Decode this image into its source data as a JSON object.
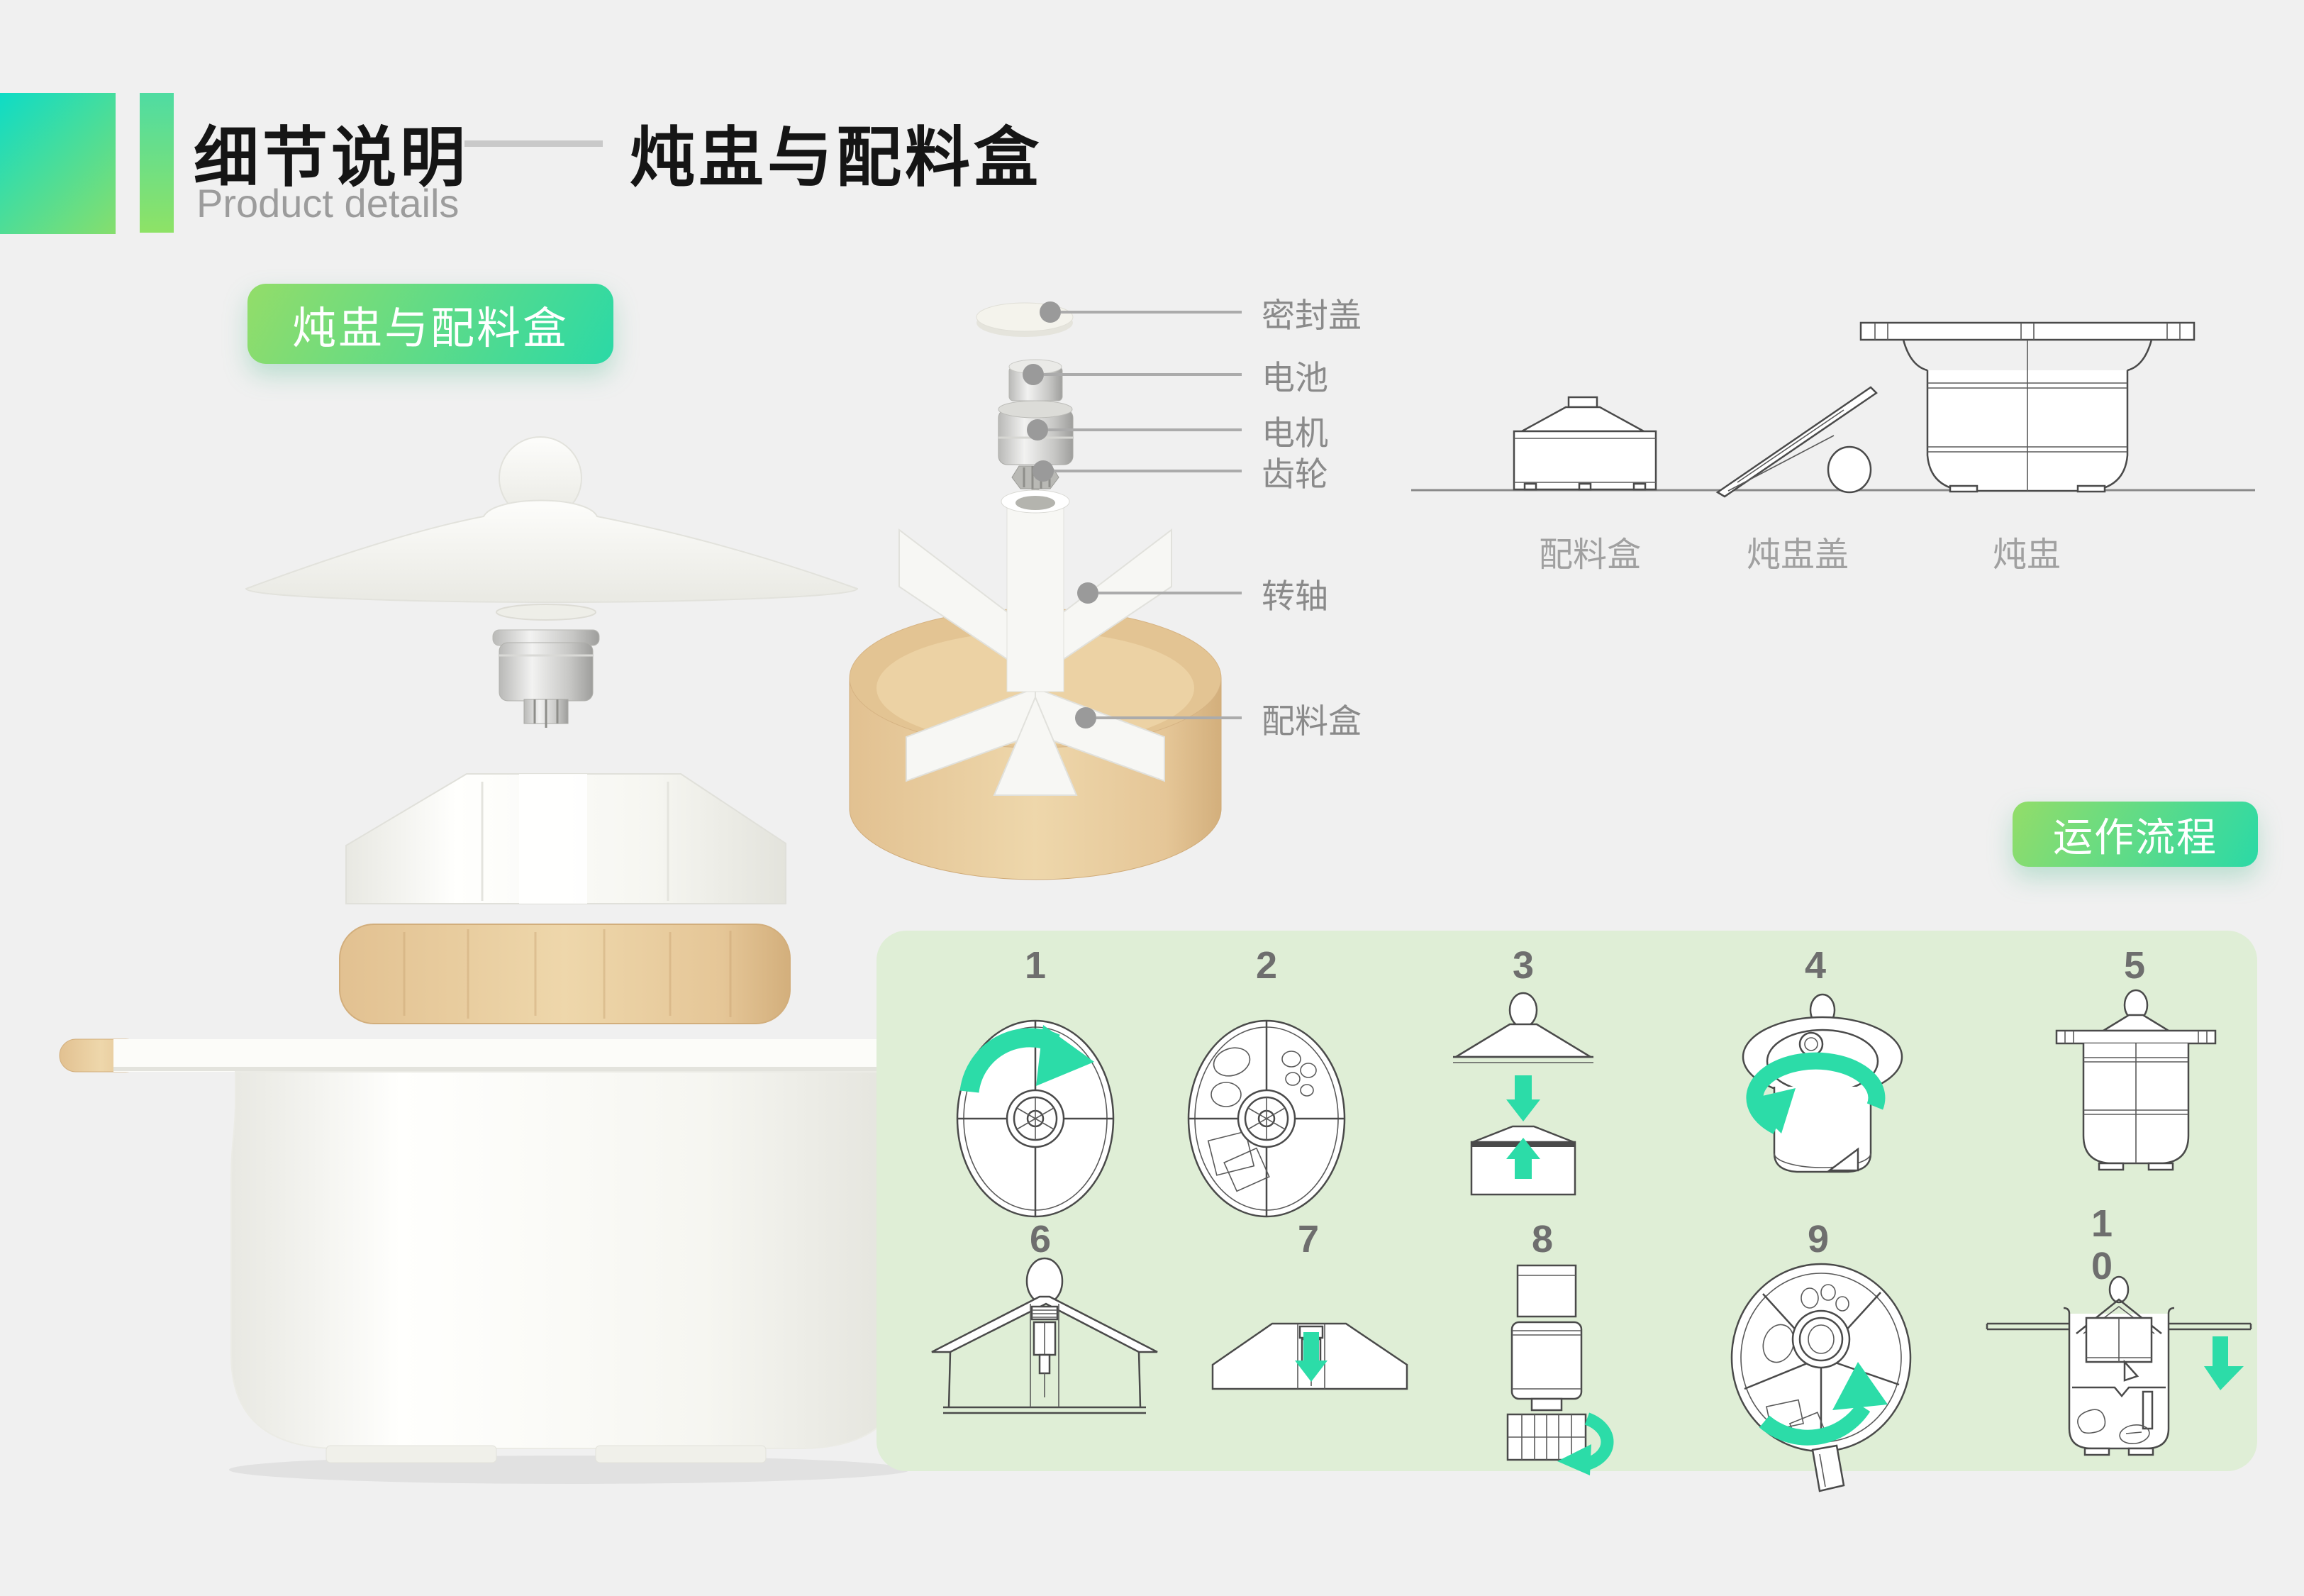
{
  "header": {
    "title": "细节说明",
    "section": "炖盅与配料盒",
    "subtitle": "Product details"
  },
  "badges": {
    "left": "炖盅与配料盒",
    "right": "运作流程"
  },
  "exploded_labels": [
    "密封盖",
    "电池",
    "电机",
    "齿轮",
    "转轴",
    "配料盒"
  ],
  "lineup_labels": [
    "配料盒",
    "炖盅盖",
    "炖盅"
  ],
  "process_steps": [
    "1",
    "2",
    "3",
    "4",
    "5",
    "6",
    "7",
    "8",
    "9",
    "10"
  ],
  "colors": {
    "arrow_teal": "#2cdca8",
    "panel_bg": "#dfeed6",
    "badge_gradient_start": "#93dd69",
    "badge_gradient_end": "#2bd9a6",
    "corner_gradient_start": "#0edcc6",
    "corner_gradient_end": "#86de6d",
    "wood_light": "#ecd2a4",
    "wood_dark": "#d9b886"
  }
}
